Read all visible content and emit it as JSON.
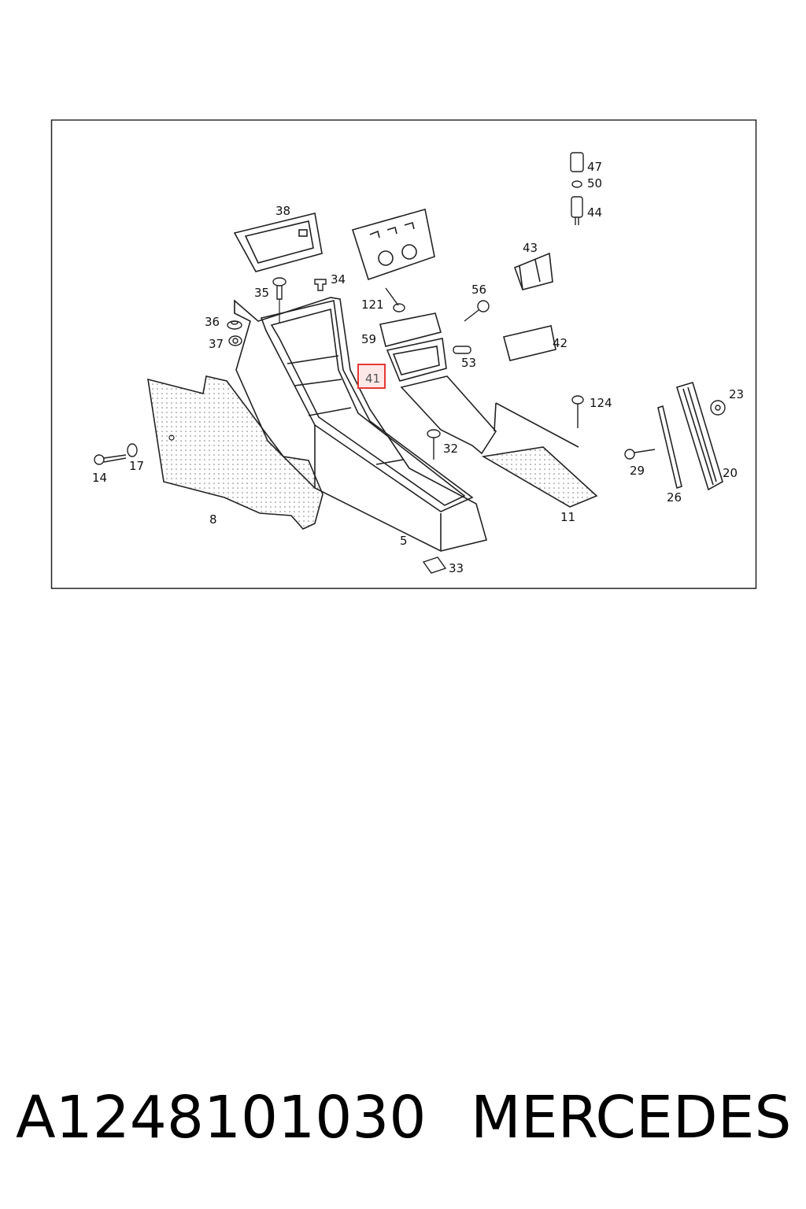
{
  "diagram": {
    "callouts": {
      "n38": "38",
      "n34": "34",
      "n35": "35",
      "n121": "121",
      "n36": "36",
      "n37": "37",
      "n59": "59",
      "n41": "41",
      "n47": "47",
      "n50": "50",
      "n44": "44",
      "n43": "43",
      "n56": "56",
      "n42": "42",
      "n53": "53",
      "n124": "124",
      "n23": "23",
      "n14": "14",
      "n17": "17",
      "n32": "32",
      "n29": "29",
      "n20": "20",
      "n26": "26",
      "n8": "8",
      "n11": "11",
      "n5": "5",
      "n33": "33"
    },
    "highlighted_callout": "41",
    "highlight_color": "#e53935"
  },
  "caption": {
    "part_number": "A1248101030",
    "brand": "MERCEDES"
  }
}
